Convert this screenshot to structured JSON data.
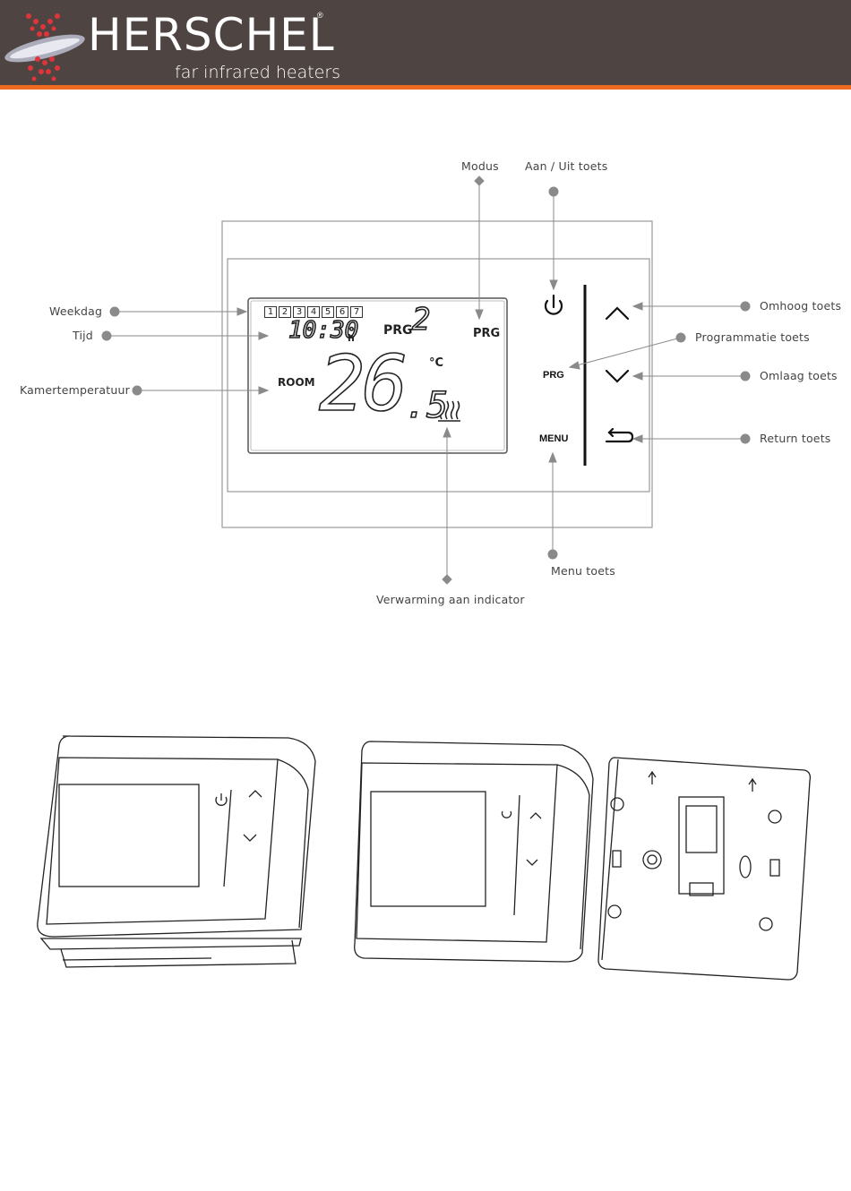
{
  "header": {
    "brand": "HERSCHEL",
    "registered": "®",
    "tagline": "far infrared heaters"
  },
  "callouts": {
    "modus": "Modus",
    "power": "Aan / Uit toets",
    "weekday": "Weekdag",
    "time": "Tijd",
    "room_temp": "Kamertemperatuur",
    "up": "Omhoog toets",
    "program": "Programmatie toets",
    "down": "Omlaag toets",
    "return": "Return toets",
    "menu": "Menu toets",
    "heating": "Verwarming aan indicator"
  },
  "lcd": {
    "days": [
      "1",
      "2",
      "3",
      "4",
      "5",
      "6",
      "7"
    ],
    "time": "10:30",
    "time_unit": "h",
    "prg_label": "PRG",
    "prg_number": "2",
    "mode": "PRG",
    "room": "ROOM",
    "temperature": "26",
    "temperature_decimal": ".5",
    "unit": "°C"
  },
  "buttons": {
    "prg": "PRG",
    "menu": "MENU"
  },
  "colors": {
    "header_bg": "#4e4441",
    "header_accent": "#ee6a1f",
    "callout_dot": "#8a8a8a"
  }
}
